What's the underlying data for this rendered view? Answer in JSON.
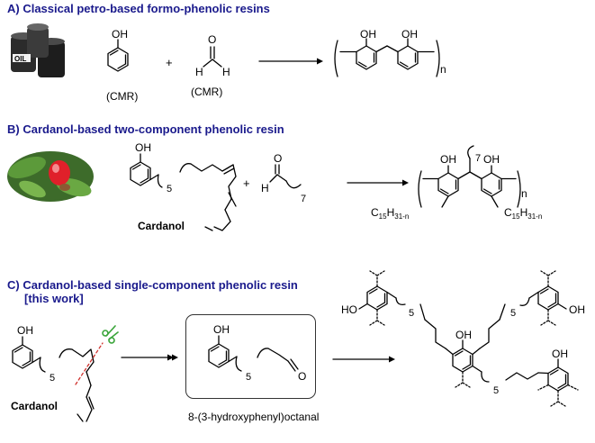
{
  "sections": {
    "a": {
      "title": "A) Classical petro-based formo-phenolic resins",
      "cmr_1": "(CMR)",
      "cmr_2": "(CMR)",
      "plus": "+",
      "n": "n",
      "oil_text": "OIL",
      "oh": "OH",
      "o": "O",
      "h": "H"
    },
    "b": {
      "title": "B) Cardanol-based two-component phenolic resin",
      "cardanol": "Cardanol",
      "plus": "+",
      "sub_5": "5",
      "sub_7a": "7",
      "sub_7b": "7",
      "n": "n",
      "c15_left": "C15H31-n",
      "c15_right": "C15H31-n",
      "c15_main": "C",
      "c15_sub": "15",
      "h31_main": "H",
      "h31_sub": "31-n"
    },
    "c": {
      "title": "C) Cardanol-based single-component phenolic resin",
      "subtitle": "[this work]",
      "cardanol": "Cardanol",
      "compound_name": "8-(3-hydroxyphenyl)octanal",
      "sub_5": "5",
      "ho": "HO"
    }
  },
  "colors": {
    "title_blue": "#1a1a8c",
    "bond": "#000000",
    "scissor_green": "#3aa53a",
    "cut_red": "#d0312d",
    "berry_red": "#e0202a",
    "leaf_green": "#4f8a32"
  }
}
